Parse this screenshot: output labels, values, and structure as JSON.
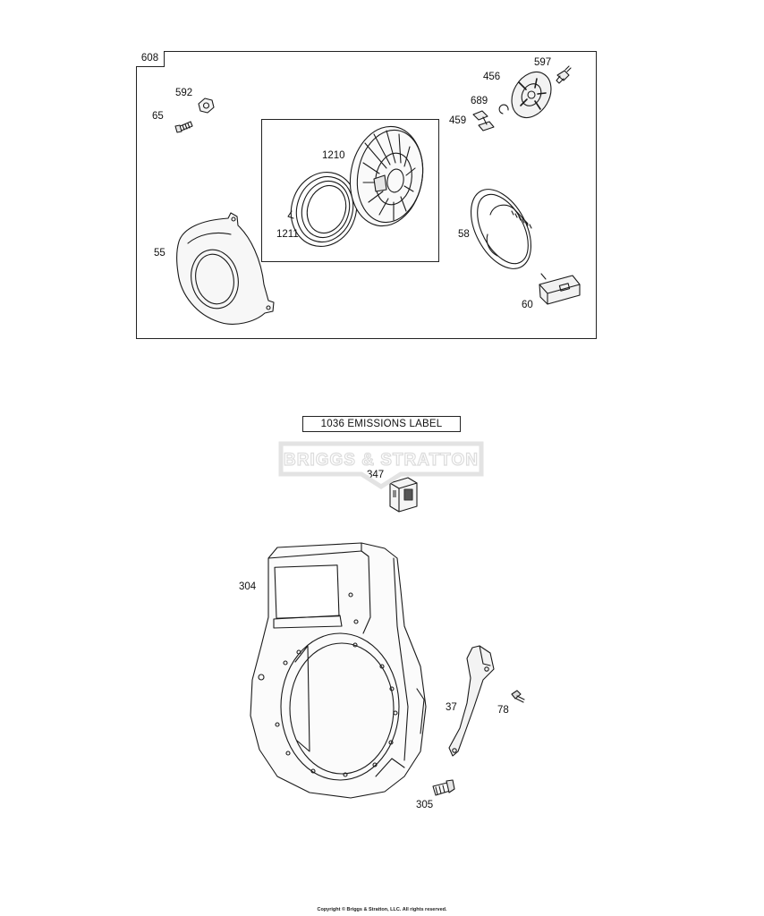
{
  "diagram": {
    "group_box_label": "608",
    "emissions_label": "1036 EMISSIONS LABEL",
    "watermark_text": "BRIGGS & STRATTON",
    "copyright": "Copyright © Briggs & Stratton, LLC. All rights reserved.",
    "callouts": {
      "c592": "592",
      "c65": "65",
      "c1210": "1210",
      "c1211": "1211",
      "c55": "55",
      "c597": "597",
      "c456": "456",
      "c689": "689",
      "c459": "459",
      "c58": "58",
      "c60": "60",
      "c347": "347",
      "c304": "304",
      "c37": "37",
      "c78": "78",
      "c305": "305"
    }
  }
}
